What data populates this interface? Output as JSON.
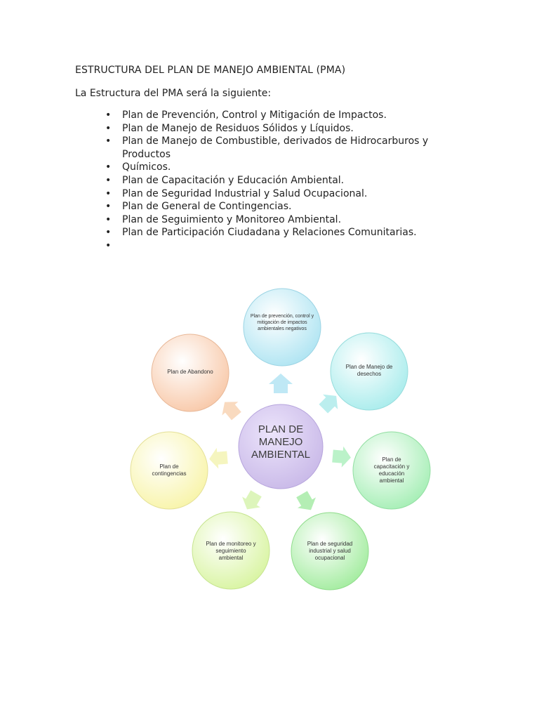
{
  "document": {
    "title": "ESTRUCTURA DEL PLAN DE MANEJO AMBIENTAL (PMA)",
    "intro": "La Estructura del PMA será la siguiente:",
    "bullets": [
      "Plan de Prevención, Control y Mitigación de Impactos.",
      "Plan de Manejo de Residuos Sólidos y Líquidos.",
      "Plan de Manejo de Combustible, derivados de Hidrocarburos y Productos",
      "Químicos.",
      "Plan de Capacitación y Educación Ambiental.",
      "Plan de Seguridad Industrial y Salud Ocupacional.",
      "Plan de General de Contingencias.",
      "Plan de Seguimiento y Monitoreo Ambiental.",
      "Plan de Participación Ciudadana y Relaciones Comunitarias.",
      ""
    ]
  },
  "diagram": {
    "center": {
      "label": "PLAN DE MANEJO AMBIENTAL",
      "line1": "PLAN DE",
      "line2": "MANEJO",
      "line3": "AMBIENTAL",
      "color": "#c9b9e8"
    },
    "nodes": [
      {
        "label": "Plan de prevención, control y mitigación de impactos ambientales negativos",
        "color": "#aee4f2"
      },
      {
        "label": "Plan de Manejo de desechos",
        "color": "#a8ecec"
      },
      {
        "label": "Plan de capacitación y educación ambiental",
        "color": "#a4eeb4"
      },
      {
        "label": "Plan de seguridad industrial y salud ocupacional",
        "color": "#a2ec9e"
      },
      {
        "label": "Plan de monitoreo y seguimiento ambiental",
        "color": "#d8f4a0"
      },
      {
        "label": "Plan de contingencias",
        "color": "#f8f4a8"
      },
      {
        "label": "Plan de Abandono",
        "color": "#f8c8a8"
      }
    ]
  }
}
